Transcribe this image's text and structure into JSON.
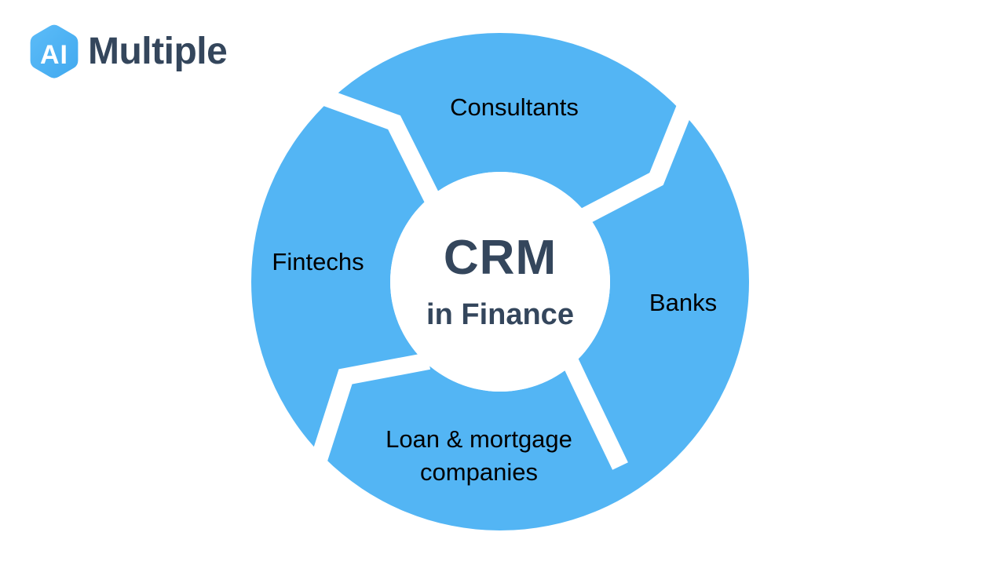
{
  "brand": {
    "mark_text": "AI",
    "mark_icon": "hexagon-logo-icon",
    "word": "Multiple",
    "mark_color": "#4FB3F6",
    "word_color": "#34465c"
  },
  "diagram": {
    "type": "donut",
    "accent_color": "#53B5F4",
    "gap_color": "#ffffff",
    "label_color": "#000000",
    "center": {
      "title": "CRM",
      "subtitle": "in Finance",
      "color": "#34465c"
    },
    "segments": [
      {
        "id": "consultants",
        "label": "Consultants"
      },
      {
        "id": "banks",
        "label": "Banks"
      },
      {
        "id": "loan-mortgage",
        "label": "Loan & mortgage\ncompanies"
      },
      {
        "id": "fintechs",
        "label": "Fintechs"
      }
    ]
  }
}
